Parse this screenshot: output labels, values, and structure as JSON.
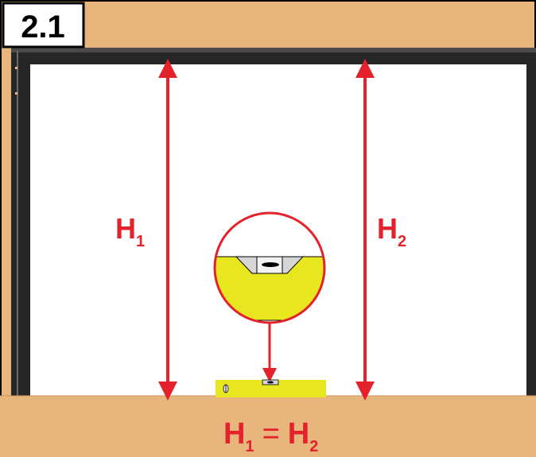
{
  "step_number": "2.1",
  "labels": {
    "left_height": {
      "main": "H",
      "sub": "1"
    },
    "right_height": {
      "main": "H",
      "sub": "2"
    }
  },
  "equation": {
    "left_main": "H",
    "left_sub": "1",
    "operator": "=",
    "right_main": "H",
    "right_sub": "2"
  },
  "colors": {
    "wall": "#e8b67c",
    "frame": "#262626",
    "frame_edge": "#5a5a5a",
    "opening": "#ffffff",
    "arrow": "#e3222b",
    "level_body": "#e8e61e",
    "level_vial": "#c9c9c9",
    "outline": "#000000"
  },
  "icons": {
    "measure_arrows": "double-headed-arrow-icon",
    "spirit_level": "spirit-level-icon",
    "magnifier": "magnifier-circle-icon"
  }
}
